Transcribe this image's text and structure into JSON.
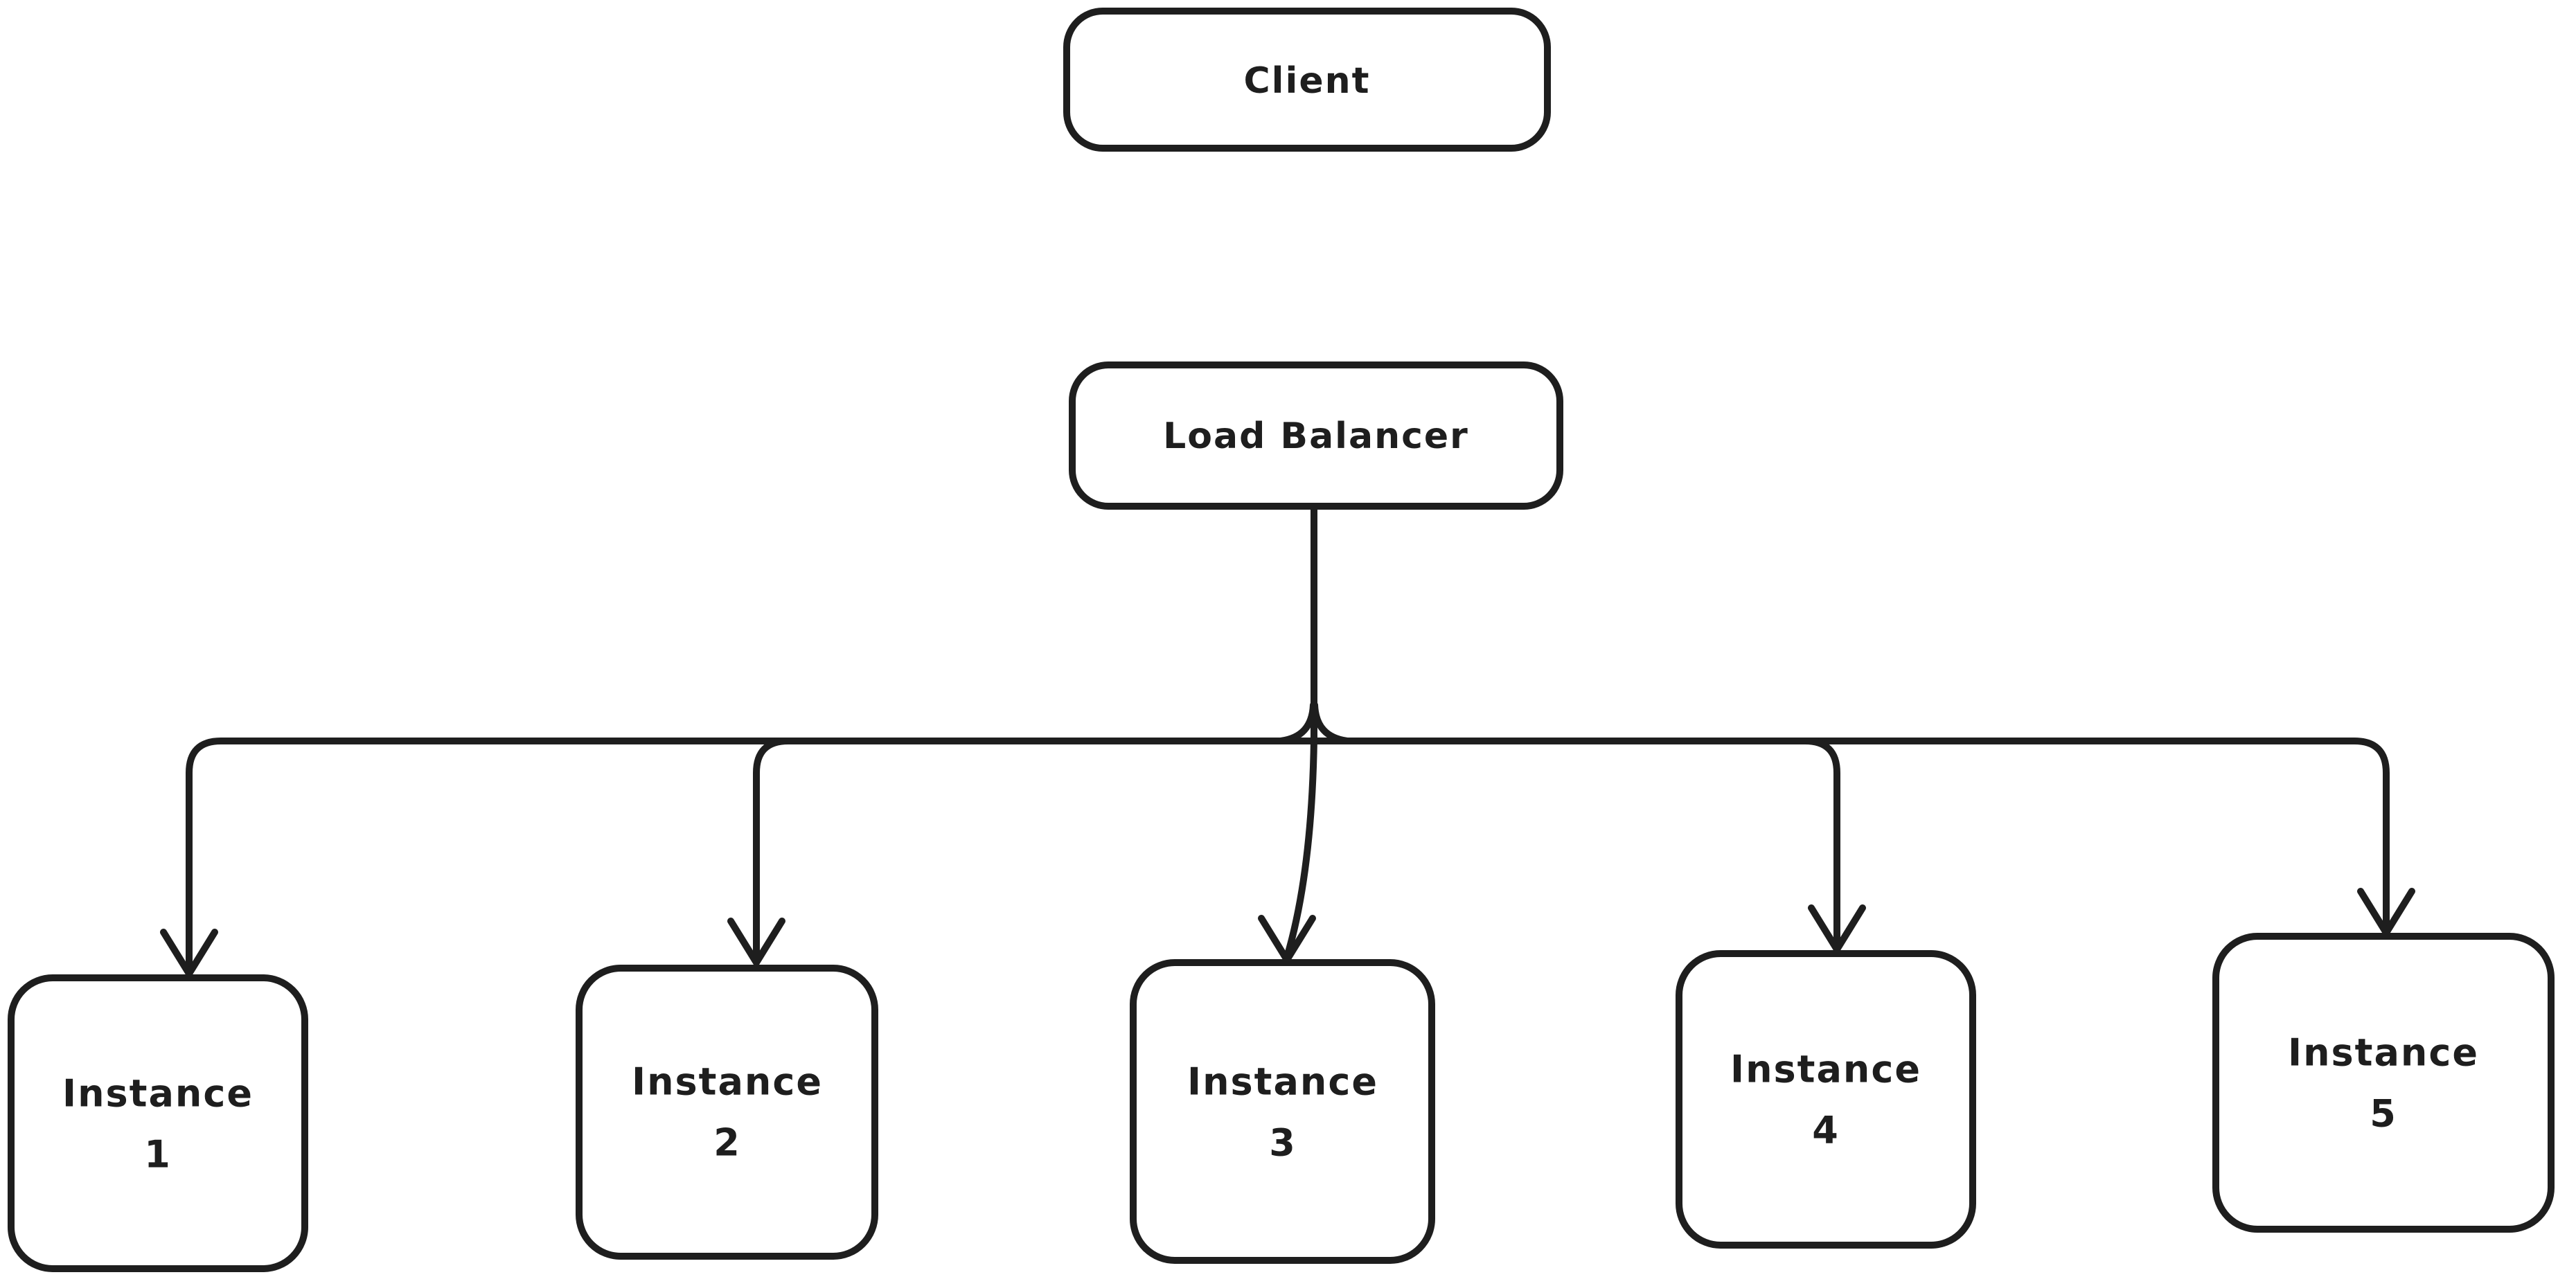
{
  "diagram": {
    "colors": {
      "stroke": "#1e1e1e",
      "background": "#ffffff"
    },
    "nodes": {
      "client": {
        "label": "Client"
      },
      "load_balancer": {
        "label": "Load Balancer"
      },
      "instances": [
        {
          "label": "Instance 1",
          "line1": "Instance",
          "line2": "1"
        },
        {
          "label": "Instance 2",
          "line1": "Instance",
          "line2": "2"
        },
        {
          "label": "Instance 3",
          "line1": "Instance",
          "line2": "3"
        },
        {
          "label": "Instance 4",
          "line1": "Instance",
          "line2": "4"
        },
        {
          "label": "Instance 5",
          "line1": "Instance",
          "line2": "5"
        }
      ]
    },
    "edges": [
      {
        "from": "load_balancer",
        "to": "instance_1",
        "arrow": "true"
      },
      {
        "from": "load_balancer",
        "to": "instance_2",
        "arrow": "true"
      },
      {
        "from": "load_balancer",
        "to": "instance_3",
        "arrow": "true"
      },
      {
        "from": "load_balancer",
        "to": "instance_4",
        "arrow": "true"
      },
      {
        "from": "load_balancer",
        "to": "instance_5",
        "arrow": "true"
      }
    ]
  }
}
